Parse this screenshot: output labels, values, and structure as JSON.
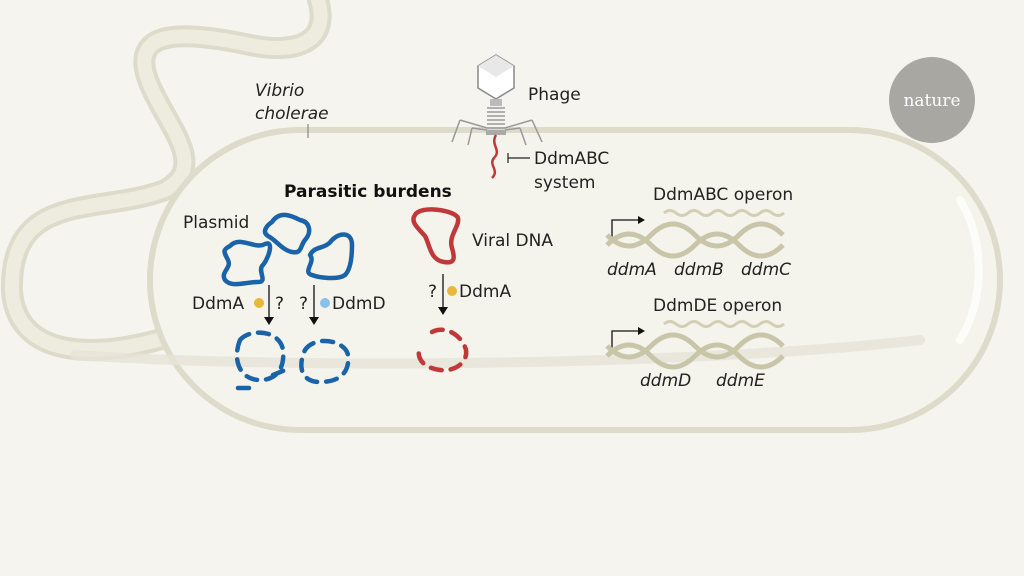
{
  "labels": {
    "organism_line1": "Vibrio",
    "organism_line2": "cholerae",
    "phage": "Phage",
    "system_line1": "DdmABC",
    "system_line2": "system",
    "section_title": "Parasitic burdens",
    "plasmid": "Plasmid",
    "viral_dna": "Viral DNA",
    "ddma_1": "DdmA",
    "ddmd": "DdmD",
    "ddma_2": "DdmA",
    "q1": "?",
    "q2": "?",
    "q3": "?",
    "operon1_title": "DdmABC operon",
    "operon1_genes": [
      "ddmA",
      "ddmB",
      "ddmC"
    ],
    "operon2_title": "DdmDE operon",
    "operon2_genes": [
      "ddmD",
      "ddmE"
    ]
  },
  "logo": {
    "text": "nature"
  },
  "colors": {
    "background": "#f5f4ee",
    "cell_outline": "#dddbc9",
    "plasmid": "#1a63a8",
    "viral": "#c0383a",
    "ddma_dot": "#e8b83a",
    "ddmd_dot": "#8cc0e8",
    "dna_helix": "#c9c5a8",
    "logo_bg": "#a8a7a2"
  }
}
